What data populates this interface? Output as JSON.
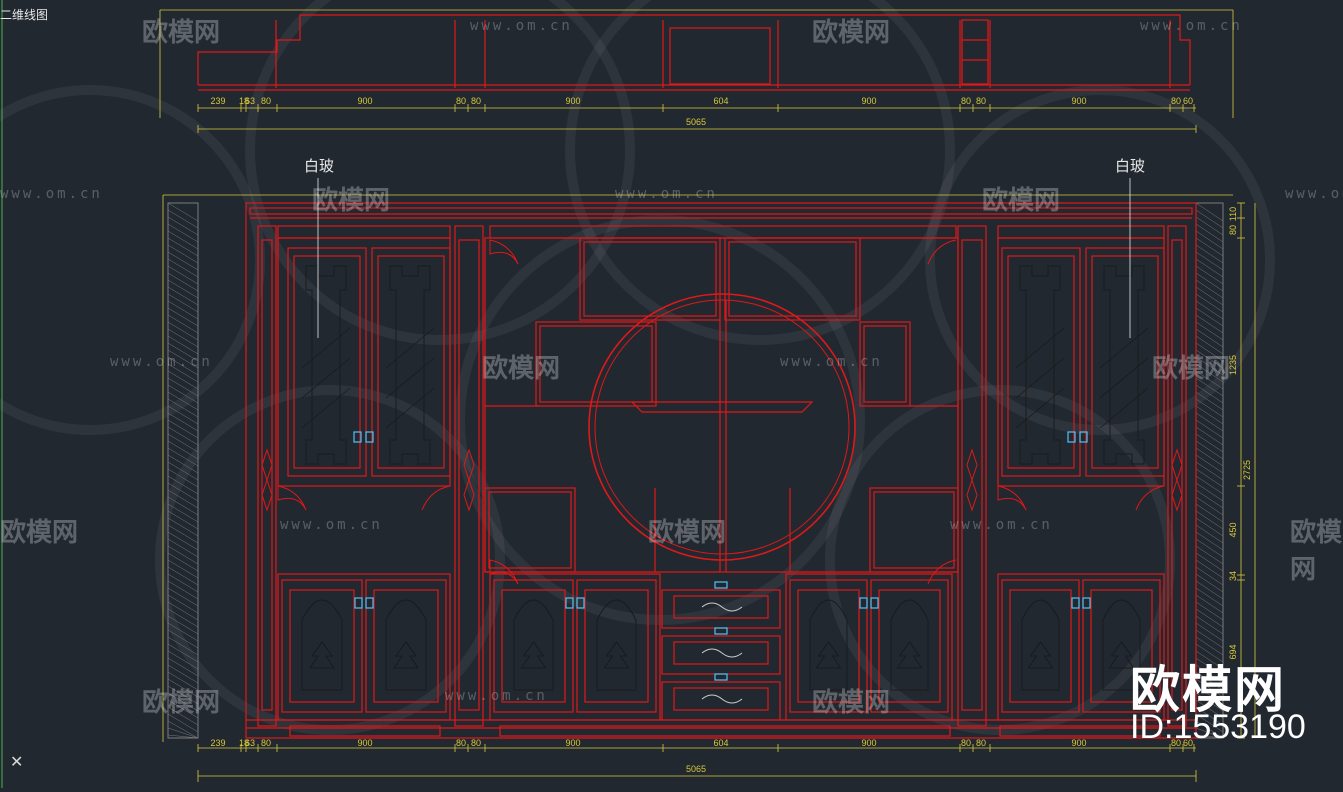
{
  "app": {
    "view_title": "二维线图",
    "ucs_icon": "ucs-cross-icon"
  },
  "colors": {
    "background": "#212830",
    "outline": "#e01818",
    "inner_line": "#1a1a1a",
    "dimension": "#d9c83a",
    "hardware": "#4fc3f7",
    "hatch": "#7a7a7a",
    "text": "#e8e8e8"
  },
  "top_view": {
    "dimensions": [
      "239",
      "18",
      "63",
      "80",
      "900",
      "80",
      "80",
      "900",
      "604",
      "900",
      "80",
      "80",
      "900",
      "80",
      "60"
    ],
    "overall": "5065"
  },
  "front_view": {
    "labels": [
      "白玻",
      "白玻"
    ],
    "dimensions": [
      "239",
      "18",
      "63",
      "80",
      "900",
      "80",
      "80",
      "900",
      "604",
      "900",
      "80",
      "80",
      "900",
      "80",
      "60"
    ],
    "overall": "5065",
    "vertical_dimensions": [
      "80",
      "110",
      "1235",
      "2725",
      "450",
      "34",
      "694"
    ]
  },
  "watermark": {
    "site": "www.om.cn",
    "logo": "欧模网",
    "brand": "欧模网",
    "id": "ID:1553190"
  }
}
